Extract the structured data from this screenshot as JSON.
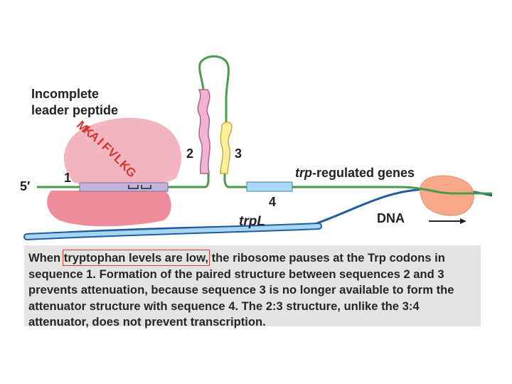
{
  "labels": {
    "incomplete_line1": "Incomplete",
    "incomplete_line2": "leader peptide",
    "peptide_sequence": [
      "M",
      "K",
      "A",
      "I",
      "F",
      "V",
      "L",
      "K",
      "G"
    ],
    "five_prime": "5′",
    "seq1": "1",
    "seq2": "2",
    "seq3": "3",
    "seq4": "4",
    "trp_regulated_italic": "trp",
    "trp_regulated_rest": "-regulated genes",
    "trpL": "trpL",
    "dna": "DNA"
  },
  "caption": {
    "line1_start": "When",
    "line1_boxed": "tryptophan levels are low,",
    "line1_end": "the ribosome pauses at the Trp codons in",
    "line2": "sequence 1.  Formation of  the paired structure between sequences 2 and 3",
    "line3": "prevents attenuation, because sequence 3 is no longer available to form the",
    "line4": "attenuator structure with sequence 4.  The 2:3 structure, unlike the 3:4",
    "line5": "attenuator, does not prevent transcription."
  },
  "colors": {
    "mrna_green": "#4a9a4c",
    "ribosome_large": "#f3b6c0",
    "ribosome_small": "#ee8d9a",
    "leader_box": "#c2b4dc",
    "seq2_pink": "#f2b3d2",
    "seq3_yellow": "#fbef9a",
    "seq4_blue": "#a9dcf4",
    "dna_blue": "#a8d6f2",
    "dna_outline": "#1f5ca0",
    "rnap_orange": "#f7a98a",
    "peptide_red": "#d6342c",
    "caption_bg": "#e4e4e4",
    "highlight_red": "#d0443c"
  }
}
